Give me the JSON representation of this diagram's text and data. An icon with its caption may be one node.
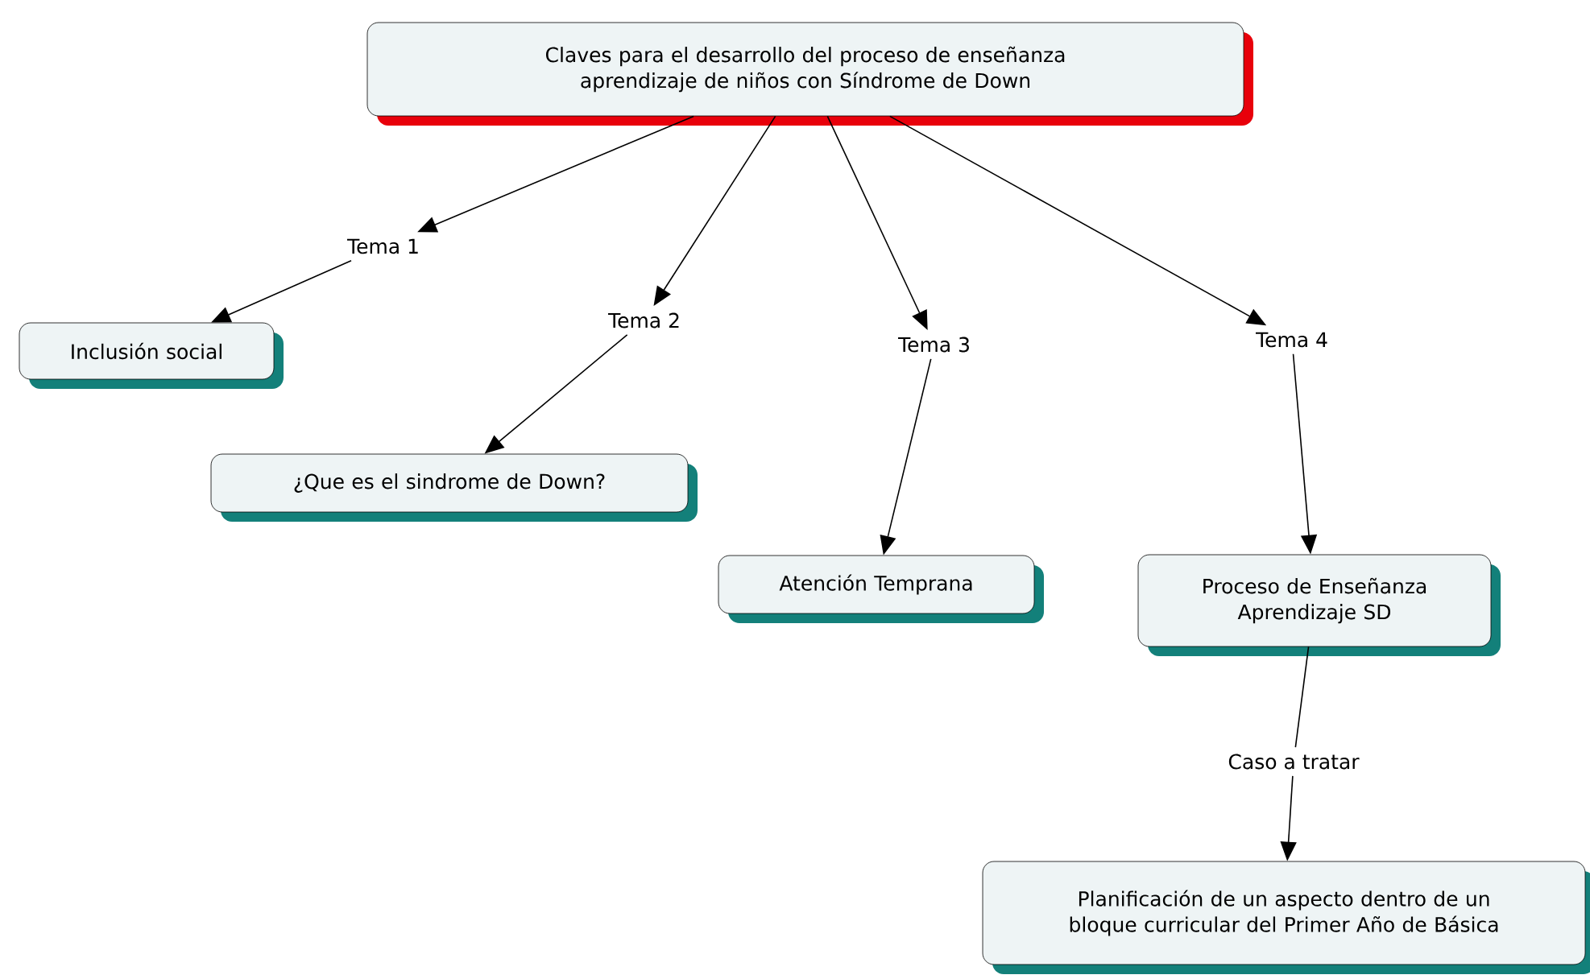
{
  "diagram": {
    "nodes": [
      {
        "text": [
          "Claves para el desarrollo del proceso de enseñanza aprendizaje de niños con Síndrome de Down"
        ]
      },
      {
        "text": [
          "Tema 1"
        ]
      },
      {
        "text": [
          "Inclusión social"
        ]
      },
      {
        "text": [
          "Tema 2"
        ]
      },
      {
        "text": [
          "¿Que es el sindrome de Down?"
        ]
      },
      {
        "text": [
          "Tema 3"
        ]
      },
      {
        "text": [
          "Atención Temprana"
        ]
      },
      {
        "text": [
          "Tema 4"
        ]
      },
      {
        "text": [
          "Proceso de Enseñanza Aprendizaje SD"
        ]
      },
      {
        "text": [
          "Caso a tratar"
        ]
      },
      {
        "text": [
          "Planificación de un aspecto dentro de un bloque curricular del Primer Año de Básica"
        ]
      }
    ],
    "edges": [
      {
        "from": 0,
        "to": 1,
        "arrow": "to"
      },
      {
        "from": 1,
        "to": 2,
        "arrow": "to"
      },
      {
        "from": 0,
        "to": 3,
        "arrow": "to"
      },
      {
        "from": 3,
        "to": 4,
        "arrow": "to"
      },
      {
        "from": 0,
        "to": 5,
        "arrow": "to"
      },
      {
        "from": 5,
        "to": 6,
        "arrow": "to"
      },
      {
        "from": 0,
        "to": 7,
        "arrow": "to"
      },
      {
        "from": 7,
        "to": 8,
        "arrow": "to"
      },
      {
        "from": 8,
        "to": 9,
        "arrow": "none"
      },
      {
        "from": 9,
        "to": 10,
        "arrow": "to"
      }
    ]
  }
}
